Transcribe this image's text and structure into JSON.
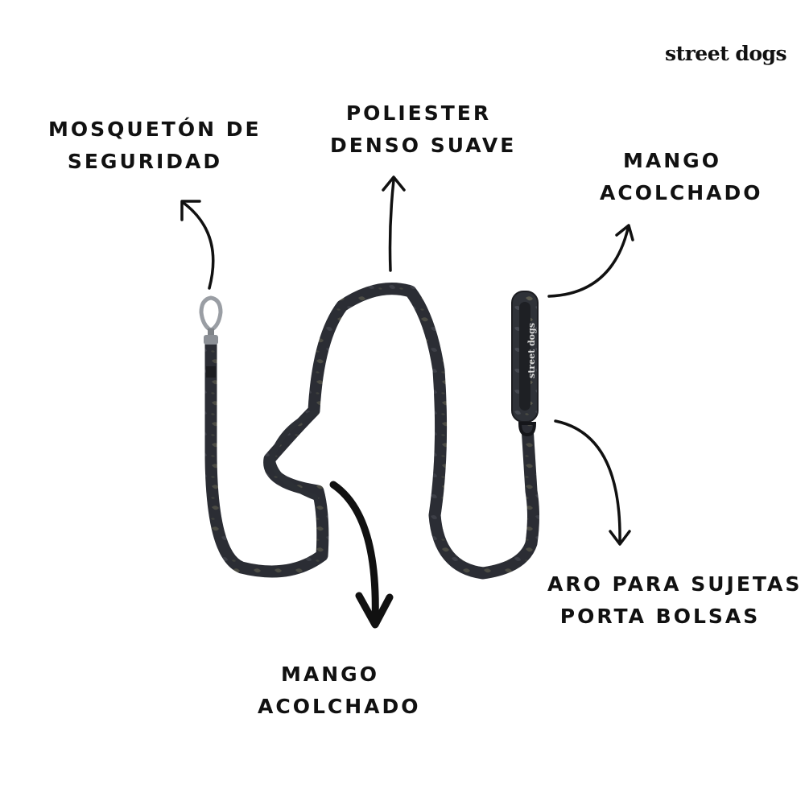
{
  "brand": {
    "logo_text": "street dogs"
  },
  "labels": {
    "carabiner": {
      "line1": "MOSQUETÓN DE",
      "line2": "SEGURIDAD"
    },
    "fabric": {
      "line1": "POLIESTER",
      "line2": "DENSO SUAVE"
    },
    "top_handle": {
      "line1": "MANGO",
      "line2": "ACOLCHADO"
    },
    "bottom_handle": {
      "line1": "MANGO",
      "line2": "ACOLCHADO"
    },
    "bag_ring": {
      "line1": "ARO PARA SUJETAS",
      "line2": "PORTA BOLSAS"
    }
  },
  "handle_print": "street dogs",
  "colors": {
    "leash": "#2f3238",
    "leash_accent": "#5a5a4e",
    "metal": "#9a9ea4",
    "ink": "#111111"
  },
  "icons": [
    "arrow-icon",
    "carabiner-icon",
    "leash-icon",
    "d-ring-icon"
  ]
}
